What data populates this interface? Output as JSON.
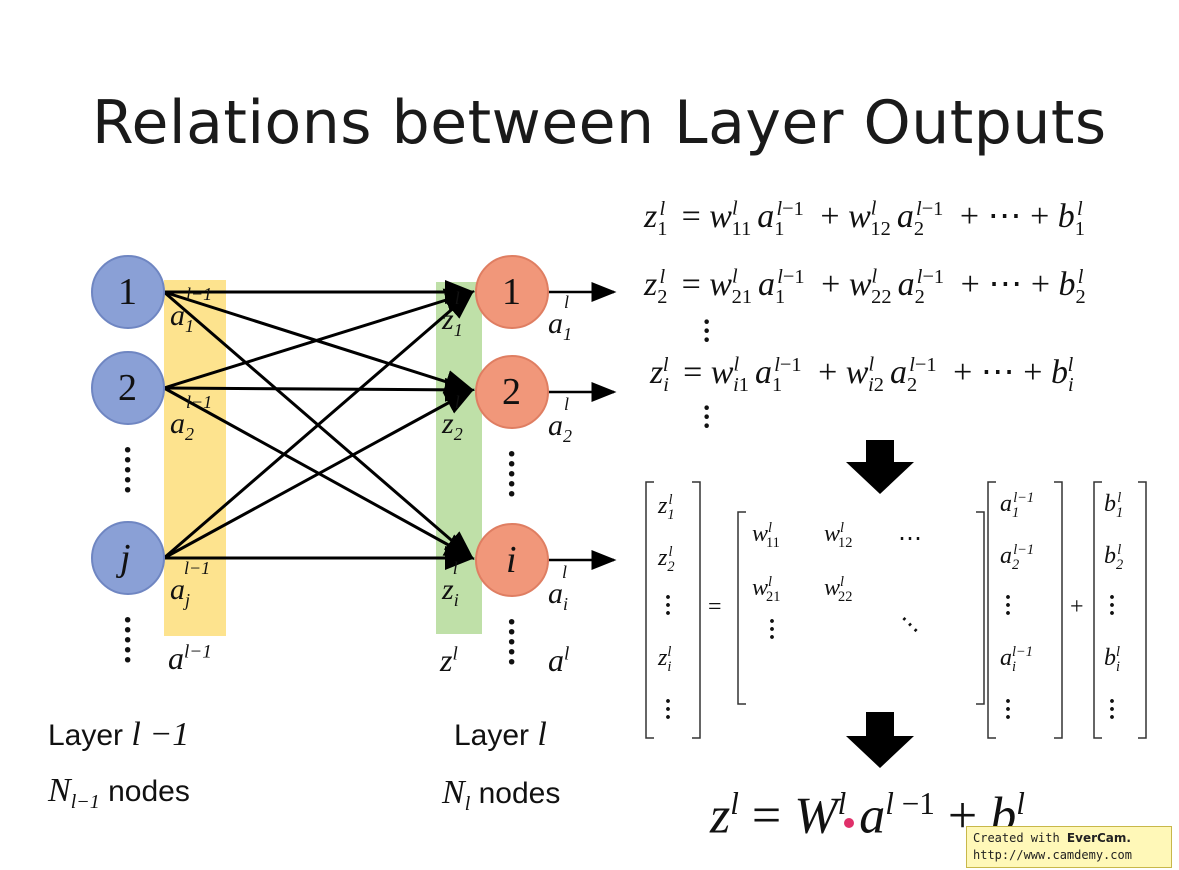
{
  "title": "Relations between Layer Outputs",
  "left_layer": {
    "label_prefix": "Layer",
    "label_math": "l −1",
    "nodes_sym": "N",
    "nodes_sub": "l−1",
    "nodes_word": "nodes",
    "node_labels": [
      "1",
      "2",
      "j"
    ],
    "output_symbol": "a",
    "output_sup": "l−1",
    "vertical_dots": "⋮"
  },
  "right_layer": {
    "label_prefix": "Layer",
    "label_math": "l",
    "nodes_sym": "N",
    "nodes_sub": "l",
    "nodes_word": "nodes",
    "node_labels": [
      "1",
      "2",
      "i"
    ],
    "z_symbol": "z",
    "a_symbol": "a",
    "sup": "l"
  },
  "colors": {
    "left_node": "#8aa0d6",
    "right_node": "#f1977a",
    "left_band": "#fde38e",
    "right_band": "#bfe0a8"
  },
  "final_equation": "z = W a + b",
  "watermark": {
    "line1_prefix": "Created with ",
    "line1_brand": "EverCam.",
    "line2": "http://www.camdemy.com"
  }
}
